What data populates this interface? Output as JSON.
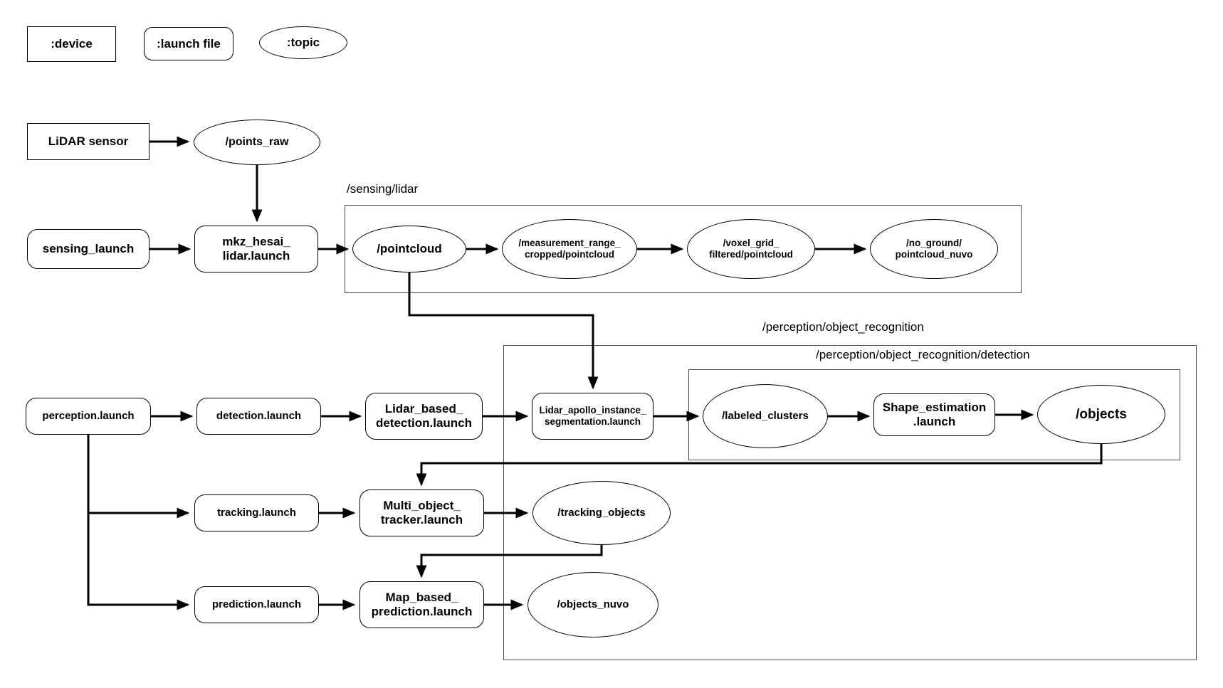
{
  "diagram_title": "LiDAR perception launch/topic flow",
  "legend": {
    "device": ":device",
    "launch_file": ":launch file",
    "topic": ":topic"
  },
  "groups": {
    "sensing": "/sensing/lidar",
    "recognition": "/perception/object_recognition",
    "detection_ns": "/perception/object_recognition/detection"
  },
  "nodes": {
    "lidar_sensor": "LiDAR sensor",
    "points_raw": "/points_raw",
    "sensing_launch": "sensing_launch",
    "mkz_hesai": "mkz_hesai_\nlidar.launch",
    "pointcloud": "/pointcloud",
    "measurement_range": "/measurement_range_\ncropped/pointcloud",
    "voxel_grid": "/voxel_grid_\nfiltered/pointcloud",
    "no_ground": "/no_ground/\npointcloud_nuvo",
    "perception_launch": "perception.launch",
    "detection_launch": "detection.launch",
    "lidar_based": "Lidar_based_\ndetection.launch",
    "lidar_apollo": "Lidar_apollo_instance_\nsegmentation.launch",
    "labeled_clusters": "/labeled_clusters",
    "shape_estimation": "Shape_estimation\n.launch",
    "objects": "/objects",
    "tracking_launch": "tracking.launch",
    "multi_object_tracker": "Multi_object_\ntracker.launch",
    "tracking_objects": "/tracking_objects",
    "prediction_launch": "prediction.launch",
    "map_based_prediction": "Map_based_\nprediction.launch",
    "objects_nuvo": "/objects_nuvo"
  },
  "colors": {
    "background": "#ffffff",
    "node_stroke": "#000000",
    "group_stroke": "#4d4d4d",
    "arrow": "#000000"
  }
}
